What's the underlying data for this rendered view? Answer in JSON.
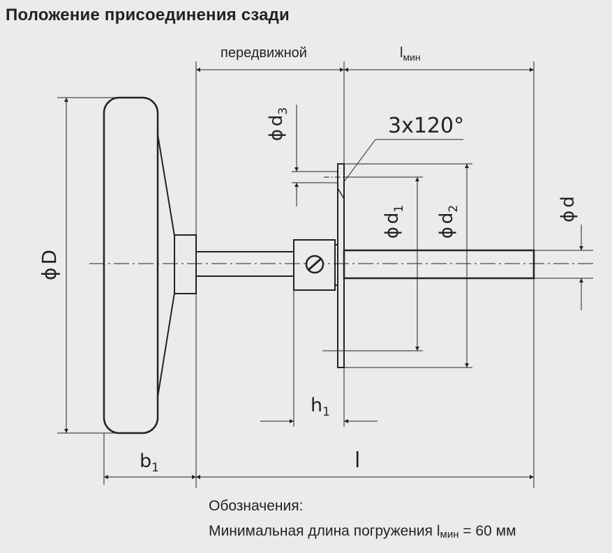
{
  "title": "Положение присоединения сзади",
  "labels": {
    "movable": "передвижной",
    "l_min_main": "l",
    "l_min_sub": "мин",
    "phi": "ϕ",
    "d3_main": "d",
    "d3_sub": "3",
    "d1_main": "d",
    "d1_sub": "1",
    "d2_main": "d",
    "d2_sub": "2",
    "d": "d",
    "D": "D",
    "holes": "3x120°",
    "h1_main": "h",
    "h1_sub": "1",
    "b1_main": "b",
    "b1_sub": "1",
    "l": "l"
  },
  "notes": {
    "heading": "Обозначения:",
    "line_prefix": "Минимальная длина погружения l",
    "line_sub": "мин",
    "line_suffix": " = 60 мм"
  }
}
